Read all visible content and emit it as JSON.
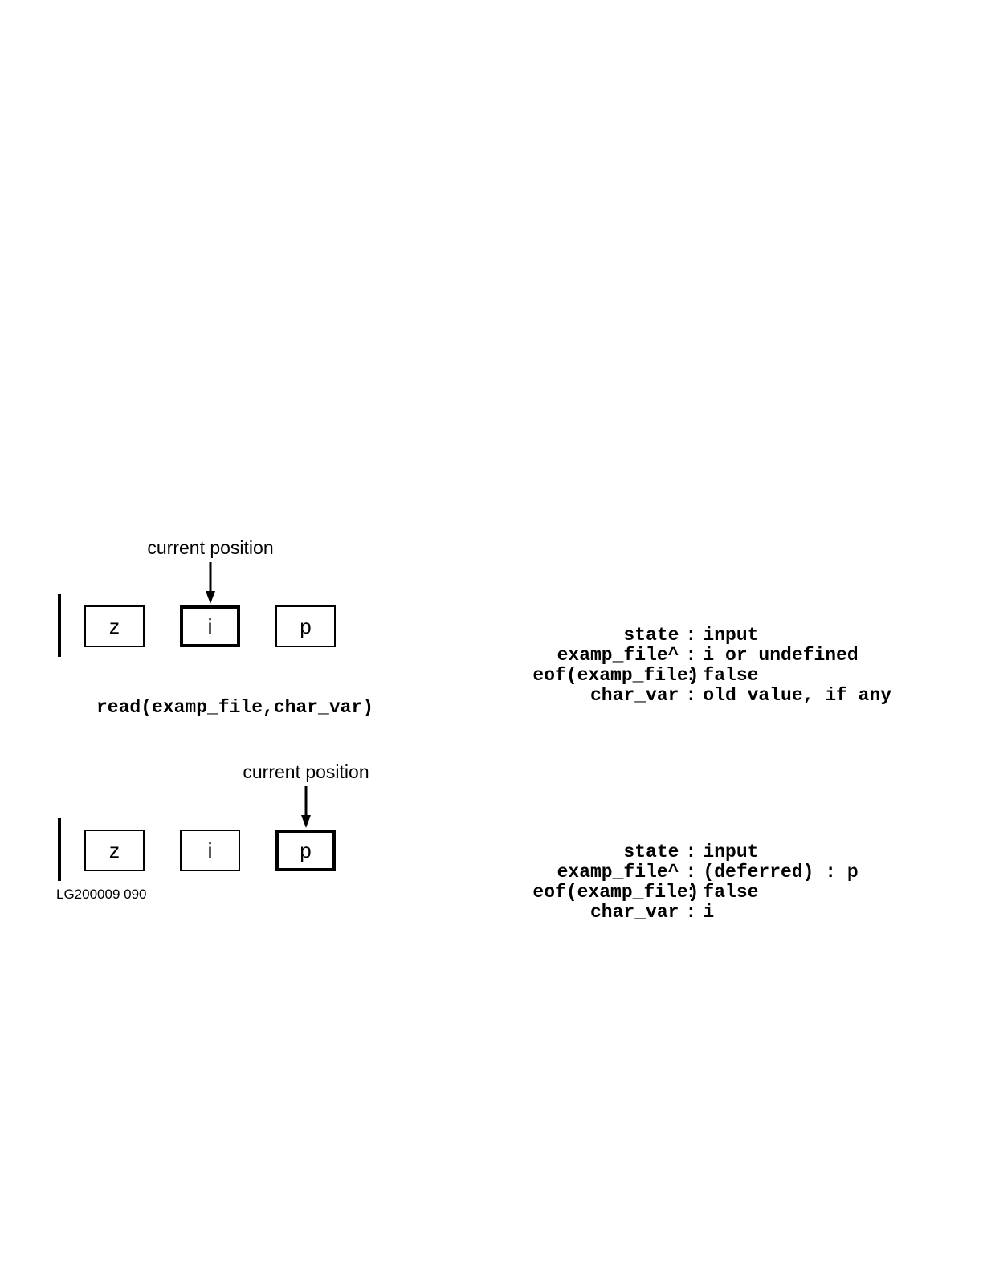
{
  "figure_id": "LG200009 090",
  "operation": "read(examp_file,char_var)",
  "pointer_label": "current position",
  "before": {
    "cells": [
      {
        "label": "z",
        "current": false
      },
      {
        "label": "i",
        "current": true
      },
      {
        "label": "p",
        "current": false
      }
    ],
    "state": [
      {
        "key": "state",
        "sep": ":",
        "value": "input"
      },
      {
        "key": "examp_file^",
        "sep": ":",
        "value": "i or undefined"
      },
      {
        "key": "eof(examp_file)",
        "sep": ":",
        "value": "false"
      },
      {
        "key": "char_var",
        "sep": ":",
        "value": "old value, if any"
      }
    ]
  },
  "after": {
    "cells": [
      {
        "label": "z",
        "current": false
      },
      {
        "label": "i",
        "current": false
      },
      {
        "label": "p",
        "current": true
      }
    ],
    "state": [
      {
        "key": "state",
        "sep": ":",
        "value": "input"
      },
      {
        "key": "examp_file^",
        "sep": ":",
        "value": "(deferred) : p"
      },
      {
        "key": "eof(examp_file)",
        "sep": ":",
        "value": "false"
      },
      {
        "key": "char_var",
        "sep": ":",
        "value": "i"
      }
    ]
  }
}
